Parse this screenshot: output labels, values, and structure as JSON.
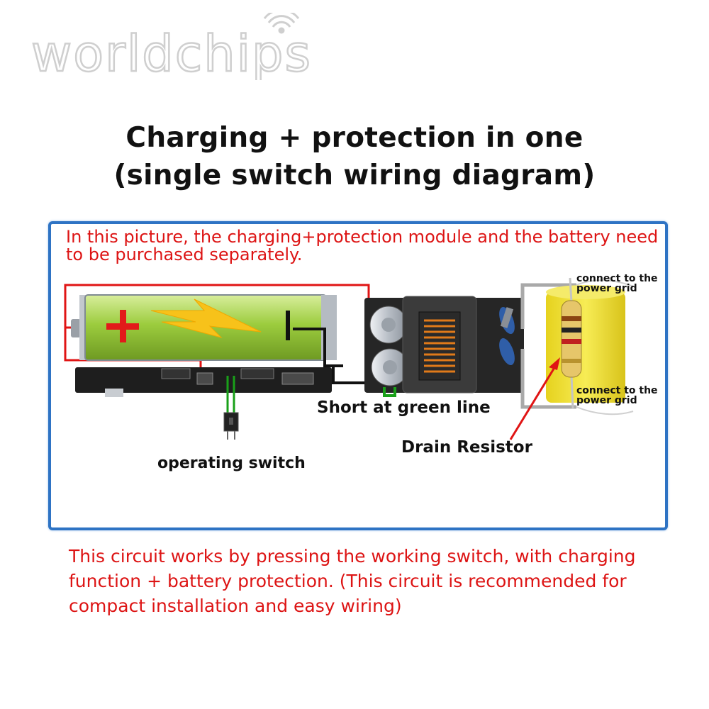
{
  "brand": {
    "logo_text": "worldchips"
  },
  "title": {
    "line1": "Charging + protection in one",
    "line2": "(single switch wiring diagram)"
  },
  "top_note": "In this picture, the charging+protection module and the battery need to be purchased separately.",
  "labels": {
    "grid_top_line1": "connect to the",
    "grid_top_line2": "power grid",
    "grid_bottom_line1": "connect to the",
    "grid_bottom_line2": "power grid",
    "short": "Short at green line",
    "drain": "Drain Resistor",
    "switch": "operating switch"
  },
  "bottom_note": "This circuit works by pressing the working switch, with charging function + battery protection. (This circuit is recommended for compact installation and easy wiring)",
  "colors": {
    "frame": "#2e73c4",
    "note_text": "#dd1414",
    "battery_fill": "#a6d24a",
    "wire_red": "#e01414",
    "wire_black": "#111111",
    "wire_green": "#19a019",
    "coil_tube": "#f1e32a",
    "pcb": "#1e1e1e"
  }
}
